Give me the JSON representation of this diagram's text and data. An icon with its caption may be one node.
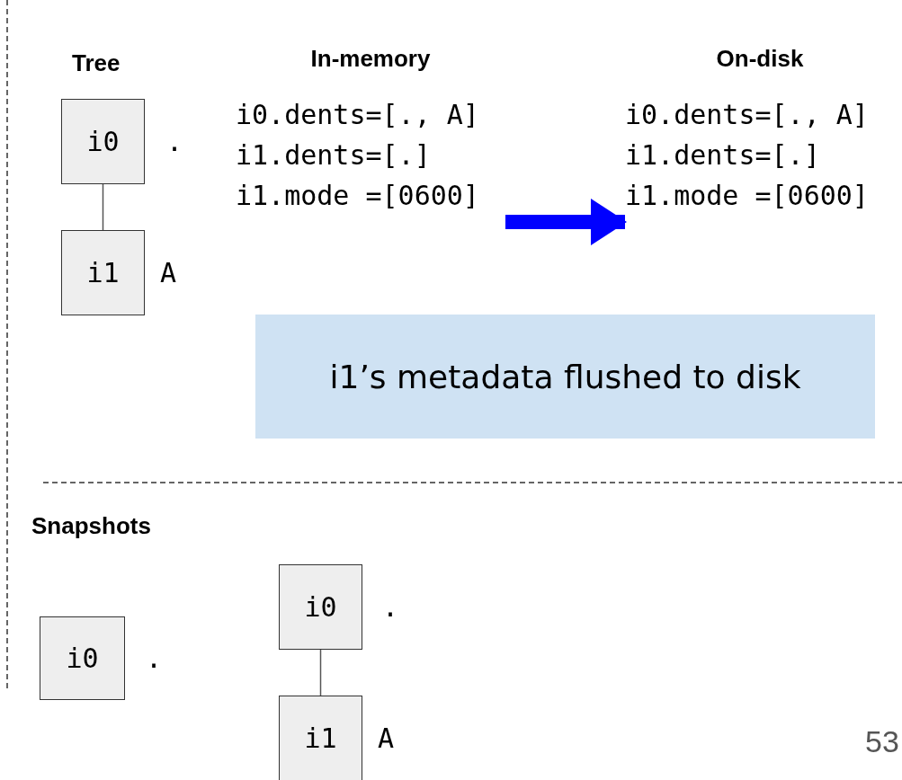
{
  "diagram": {
    "nodes": [
      {
        "text": [
          "i0"
        ],
        "beside": [
          "."
        ]
      },
      {
        "text": [
          "i1"
        ],
        "beside": [
          "A"
        ]
      },
      {
        "text": [
          "In-memory",
          "i0.dents=[., A]",
          "i1.dents=[.]",
          "i1.mode =[0600]"
        ]
      },
      {
        "text": [
          "On-disk",
          "i0.dents=[., A]",
          "i1.dents=[.]",
          "i1.mode =[0600]"
        ]
      },
      {
        "text": [
          "i1’s metadata flushed to disk"
        ]
      },
      {
        "text": [
          "i0"
        ],
        "beside": [
          "."
        ]
      },
      {
        "text": [
          "i0"
        ],
        "beside": [
          "."
        ]
      },
      {
        "text": [
          "i1"
        ],
        "beside": [
          "A"
        ]
      }
    ],
    "edges": [
      {
        "from": 0,
        "to": 1,
        "arrow": "none"
      },
      {
        "from": 2,
        "to": 3,
        "arrow": "to",
        "style": "thick",
        "color": "#0000ff"
      },
      {
        "from": 6,
        "to": 7,
        "arrow": "none"
      }
    ],
    "labels": [
      "Tree",
      "Snapshots",
      "53"
    ]
  }
}
